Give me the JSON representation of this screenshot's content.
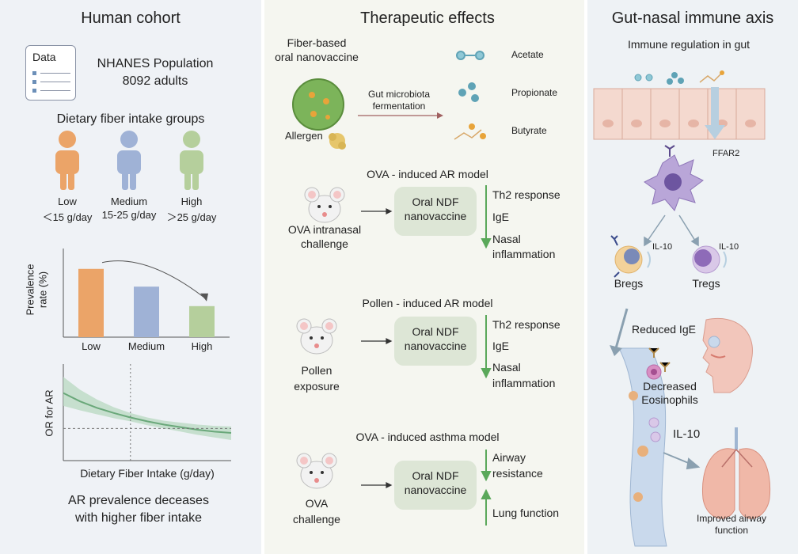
{
  "left": {
    "title": "Human cohort",
    "data_card": "Data",
    "population_line1": "NHANES Population",
    "population_line2": "8092 adults",
    "groups_title": "Dietary fiber intake groups",
    "groups": [
      {
        "name": "Low",
        "range": "＜15 g/day",
        "color": "#eba468"
      },
      {
        "name": "Medium",
        "range": "15-25 g/day",
        "color": "#9fb2d6"
      },
      {
        "name": "High",
        "range": "＞25 g/day",
        "color": "#b5cf9c"
      }
    ],
    "bar_ylabel_line1": "Prevalence",
    "bar_ylabel_line2": "rate (%)",
    "or_ylabel": "OR for AR",
    "or_xlabel": "Dietary Fiber Intake (g/day)",
    "conclusion_line1": "AR prevalence deceases",
    "conclusion_line2": "with higher fiber intake"
  },
  "chart_data": [
    {
      "type": "bar",
      "categories": [
        "Low",
        "Medium",
        "High"
      ],
      "values": [
        77,
        57,
        35
      ],
      "ylim": [
        0,
        100
      ],
      "colors": [
        "#eba468",
        "#9fb2d6",
        "#b5cf9c"
      ]
    },
    {
      "type": "line",
      "x": [
        0,
        10,
        20,
        30,
        40,
        50,
        60,
        70,
        80,
        90,
        100
      ],
      "y": [
        1.55,
        1.42,
        1.32,
        1.24,
        1.17,
        1.11,
        1.06,
        1.02,
        0.98,
        0.95,
        0.93
      ],
      "y_lower": [
        1.35,
        1.28,
        1.22,
        1.16,
        1.11,
        1.05,
        1.0,
        0.95,
        0.9,
        0.86,
        0.82
      ],
      "y_upper": [
        1.8,
        1.6,
        1.45,
        1.33,
        1.24,
        1.17,
        1.12,
        1.09,
        1.06,
        1.04,
        1.03
      ],
      "xlim": [
        0,
        100
      ],
      "ylim": [
        0.5,
        2.0
      ],
      "reference_y": 1.0,
      "reference_x": 40
    }
  ],
  "middle": {
    "title": "Therapeutic effects",
    "vaccine_line1": "Fiber-based",
    "vaccine_line2": "oral nanovaccine",
    "allergen": "Allergen",
    "ferment_line1": "Gut microbiota",
    "ferment_line2": "fermentation",
    "metabolites": [
      "Acetate",
      "Propionate",
      "Butyrate"
    ],
    "models": [
      {
        "title": "OVA - induced AR model",
        "mouse_line1": "OVA intranasal",
        "mouse_line2": "challenge",
        "box_line1": "Oral NDF",
        "box_line2": "nanovaccine",
        "effects": [
          "Th2 response",
          "IgE",
          "Nasal",
          "inflammation"
        ]
      },
      {
        "title": "Pollen - induced AR model",
        "mouse_line1": "Pollen",
        "mouse_line2": "exposure",
        "box_line1": "Oral NDF",
        "box_line2": "nanovaccine",
        "effects": [
          "Th2 response",
          "IgE",
          "Nasal",
          "inflammation"
        ]
      },
      {
        "title": "OVA - induced asthma model",
        "mouse_line1": "OVA",
        "mouse_line2": "challenge",
        "box_line1": "Oral NDF",
        "box_line2": "nanovaccine",
        "effects": [
          "Airway",
          "resistance",
          "Lung function"
        ]
      }
    ]
  },
  "right": {
    "title": "Gut-nasal immune axis",
    "subtitle": "Immune regulation in gut",
    "ffar2": "FFAR2",
    "il10": "IL-10",
    "bregs": "Bregs",
    "tregs": "Tregs",
    "reduced_ige": "Reduced IgE",
    "decreased_line1": "Decreased",
    "decreased_line2": "Eosinophils",
    "il10_big": "IL-10",
    "improved_line1": "Improved airway",
    "improved_line2": "function"
  }
}
